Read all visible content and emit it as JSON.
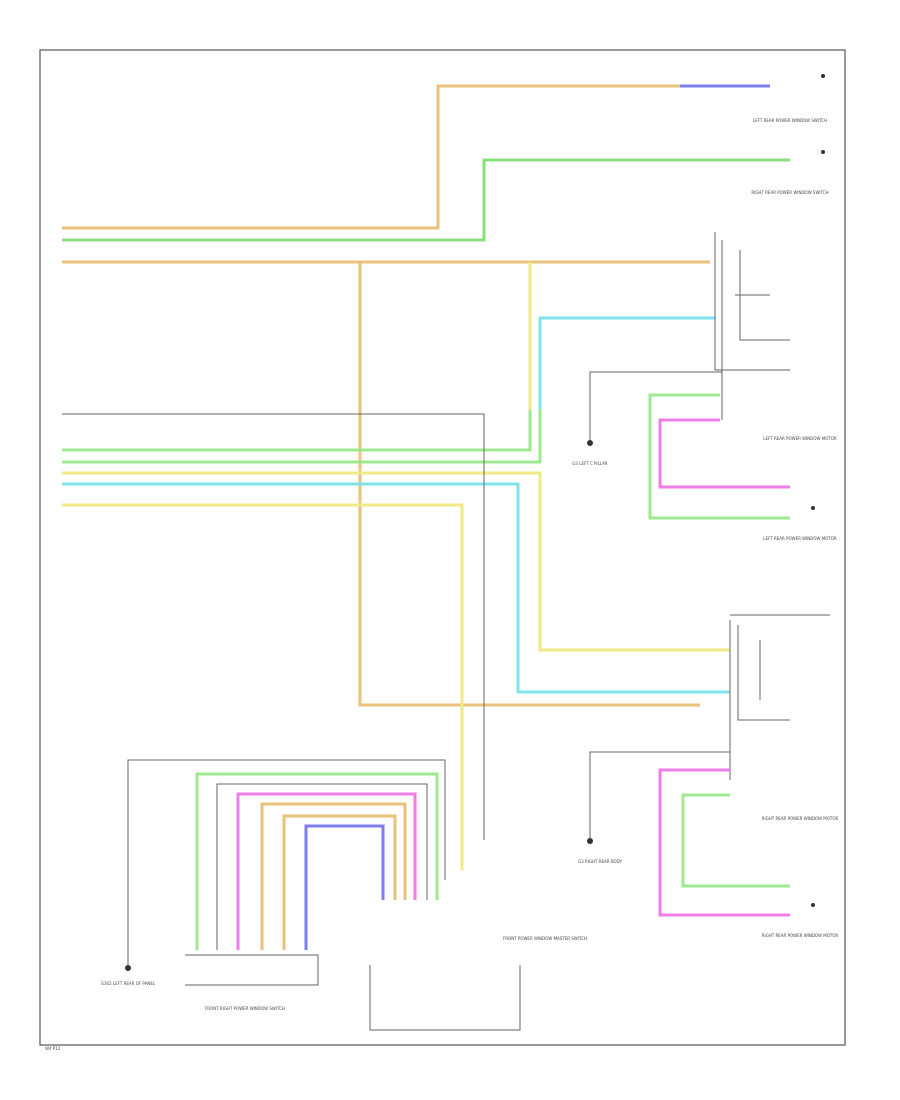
{
  "diagram": {
    "colors": {
      "tan": "#e8c27a",
      "green": "#88e07a",
      "light_green": "#9ee88f",
      "cyan": "#7fe3ec",
      "yellow": "#f0ea86",
      "pink": "#f07ee8",
      "blue": "#7d7df0",
      "gray": "#8a8a8a",
      "frame": "#555555"
    },
    "captions": {
      "left_rear_switch": "LEFT REAR POWER WINDOW SWITCH",
      "right_rear_switch": "RIGHT REAR POWER WINDOW SWITCH",
      "left_rear_motor": "LEFT REAR POWER WINDOW MOTOR",
      "right_rear_motor": "RIGHT REAR POWER WINDOW MOTOR",
      "left_rear_motor_2": "LEFT REAR POWER WINDOW MOTOR",
      "right_rear_motor_2": "RIGHT REAR POWER WINDOW MOTOR",
      "front_left_switch": "FRONT RIGHT POWER WINDOW SWITCH",
      "main_switch": "FRONT POWER WINDOW MASTER SWITCH",
      "ground_left": "G302 LEFT REAR OF PANEL",
      "ground_mid": "G3 LEFT C PILLAR",
      "ground_right": "G3 RIGHT REAR BODY",
      "footer": "W4 P12"
    }
  }
}
